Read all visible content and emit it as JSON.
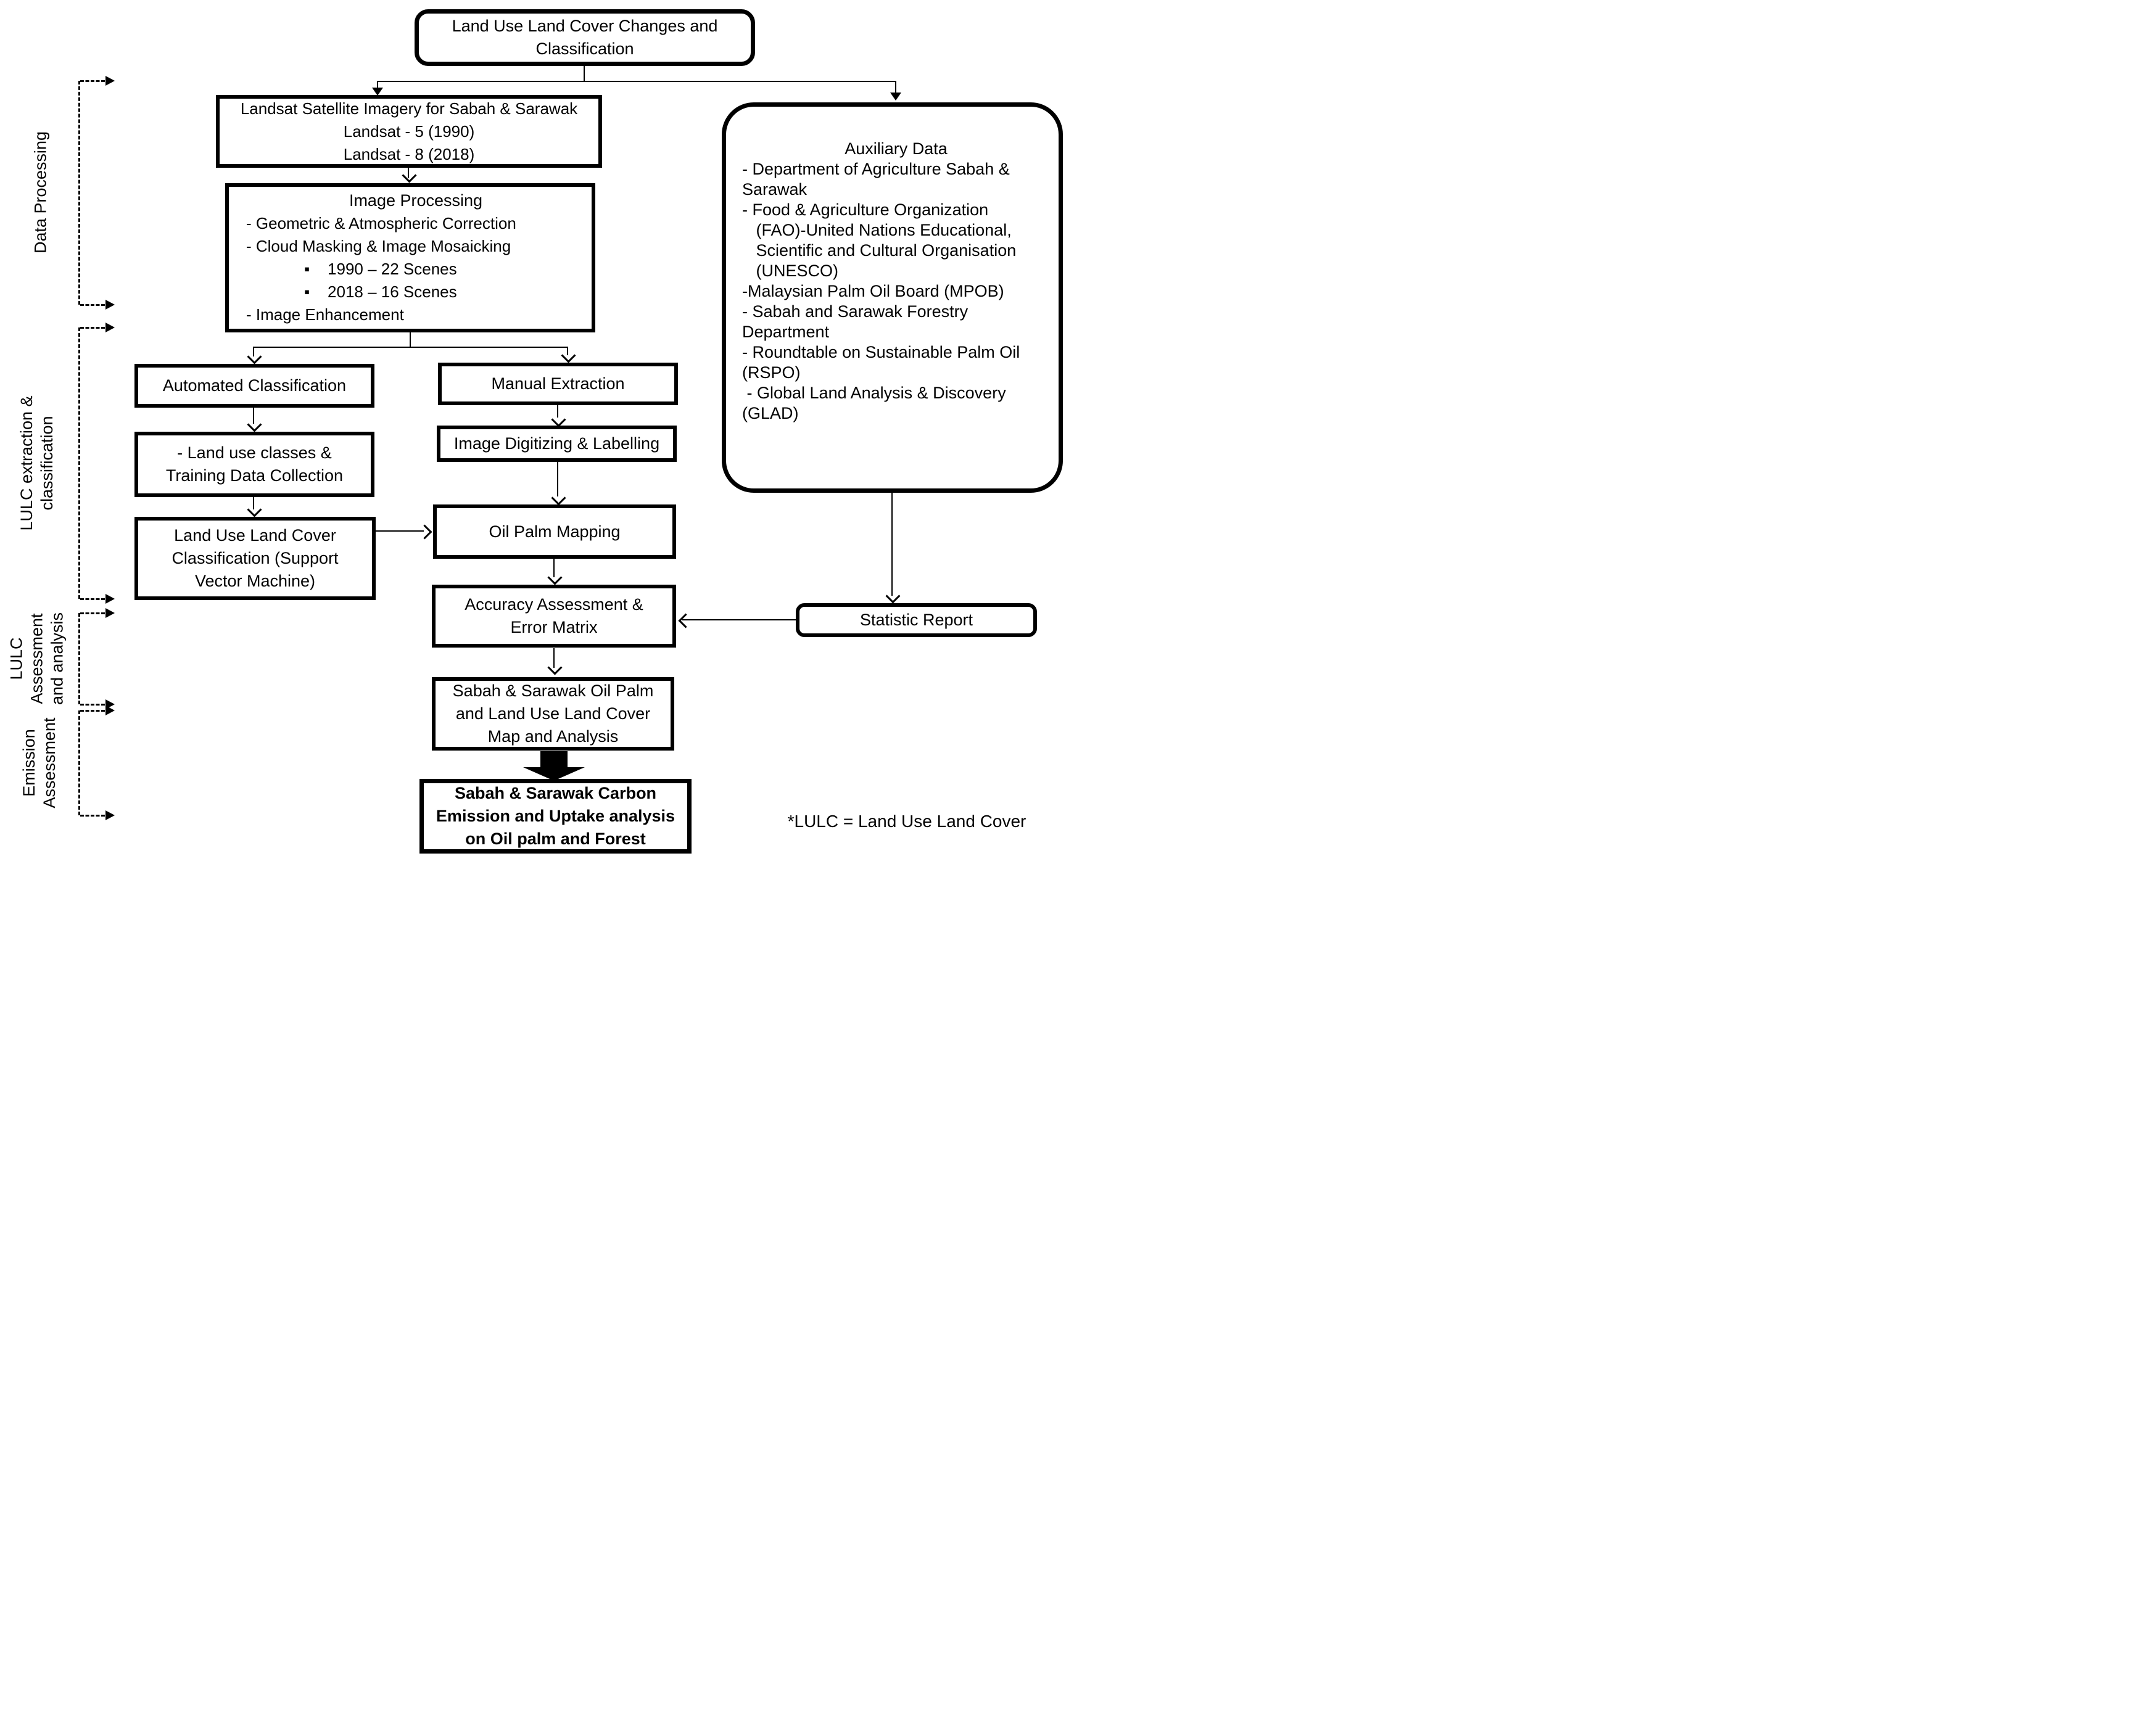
{
  "diagram": {
    "title_box": "Land Use Land Cover Changes and\nClassification",
    "landsat_box": "Landsat Satellite Imagery for Sabah & Sarawak\nLandsat - 5 (1990)\nLandsat - 8 (2018)",
    "image_processing": {
      "title": "Image Processing",
      "body": "- Geometric & Atmospheric Correction\n- Cloud Masking & Image Mosaicking\n             ▪    1990 – 22 Scenes\n             ▪    2018 – 16 Scenes\n- Image Enhancement"
    },
    "auxiliary": {
      "title": "Auxiliary Data",
      "body": "- Department of Agriculture Sabah &\nSarawak\n- Food & Agriculture Organization\n   (FAO)-United Nations Educational,\n   Scientific and Cultural Organisation\n   (UNESCO)\n-Malaysian Palm Oil Board (MPOB)\n- Sabah and Sarawak Forestry\nDepartment\n- Roundtable on Sustainable Palm Oil\n(RSPO)\n - Global Land Analysis & Discovery\n(GLAD)"
    },
    "automated_classification": "Automated Classification",
    "manual_extraction": "Manual Extraction",
    "land_use_classes": "- Land use classes &\nTraining Data Collection",
    "image_digitizing": "Image Digitizing & Labelling",
    "lulc_classification": "Land Use Land Cover\nClassification (Support\nVector Machine)",
    "oil_palm_mapping": "Oil Palm Mapping",
    "accuracy_assessment": "Accuracy Assessment &\nError Matrix",
    "statistic_report": "Statistic Report",
    "map_analysis": "Sabah & Sarawak Oil Palm\nand Land Use Land Cover\nMap and Analysis",
    "carbon_emission": "Sabah & Sarawak Carbon\nEmission and Uptake analysis\non Oil palm and Forest",
    "footnote": "*LULC = Land Use Land Cover",
    "side_labels": {
      "data_processing": "Data Processing",
      "lulc_extraction": "LULC extraction &\nclassification",
      "lulc_assessment": "LULC\nAssessment\nand analysis",
      "emission_assessment": "Emission\nAssessment"
    }
  }
}
